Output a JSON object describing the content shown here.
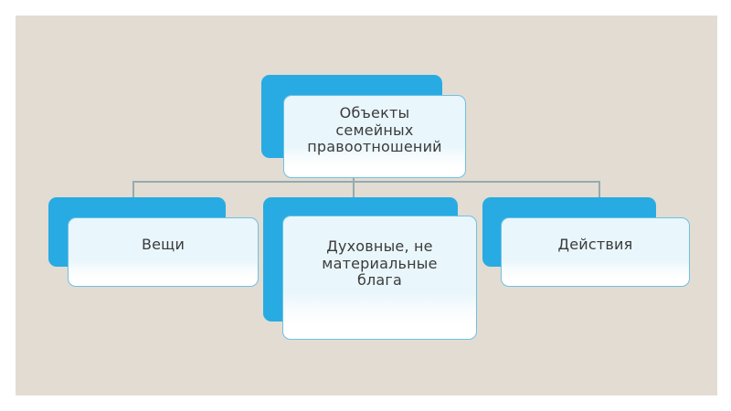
{
  "slide": {
    "background_color": "#ffffff",
    "canvas_color": "#e2dcd2",
    "accent_color": "#28abe2",
    "card_border_color": "#6ec1e4",
    "connector_color": "#95aab1",
    "text_color": "#3b3b3b"
  },
  "diagram": {
    "type": "organizational-tree",
    "root": {
      "id": "root",
      "label": "Объекты\nсемейных\nправоотношений"
    },
    "children": [
      {
        "id": "left",
        "label": "Вещи"
      },
      {
        "id": "mid",
        "label": "Духовные, не\nматериальные\nблага"
      },
      {
        "id": "right",
        "label": "Действия"
      }
    ]
  }
}
